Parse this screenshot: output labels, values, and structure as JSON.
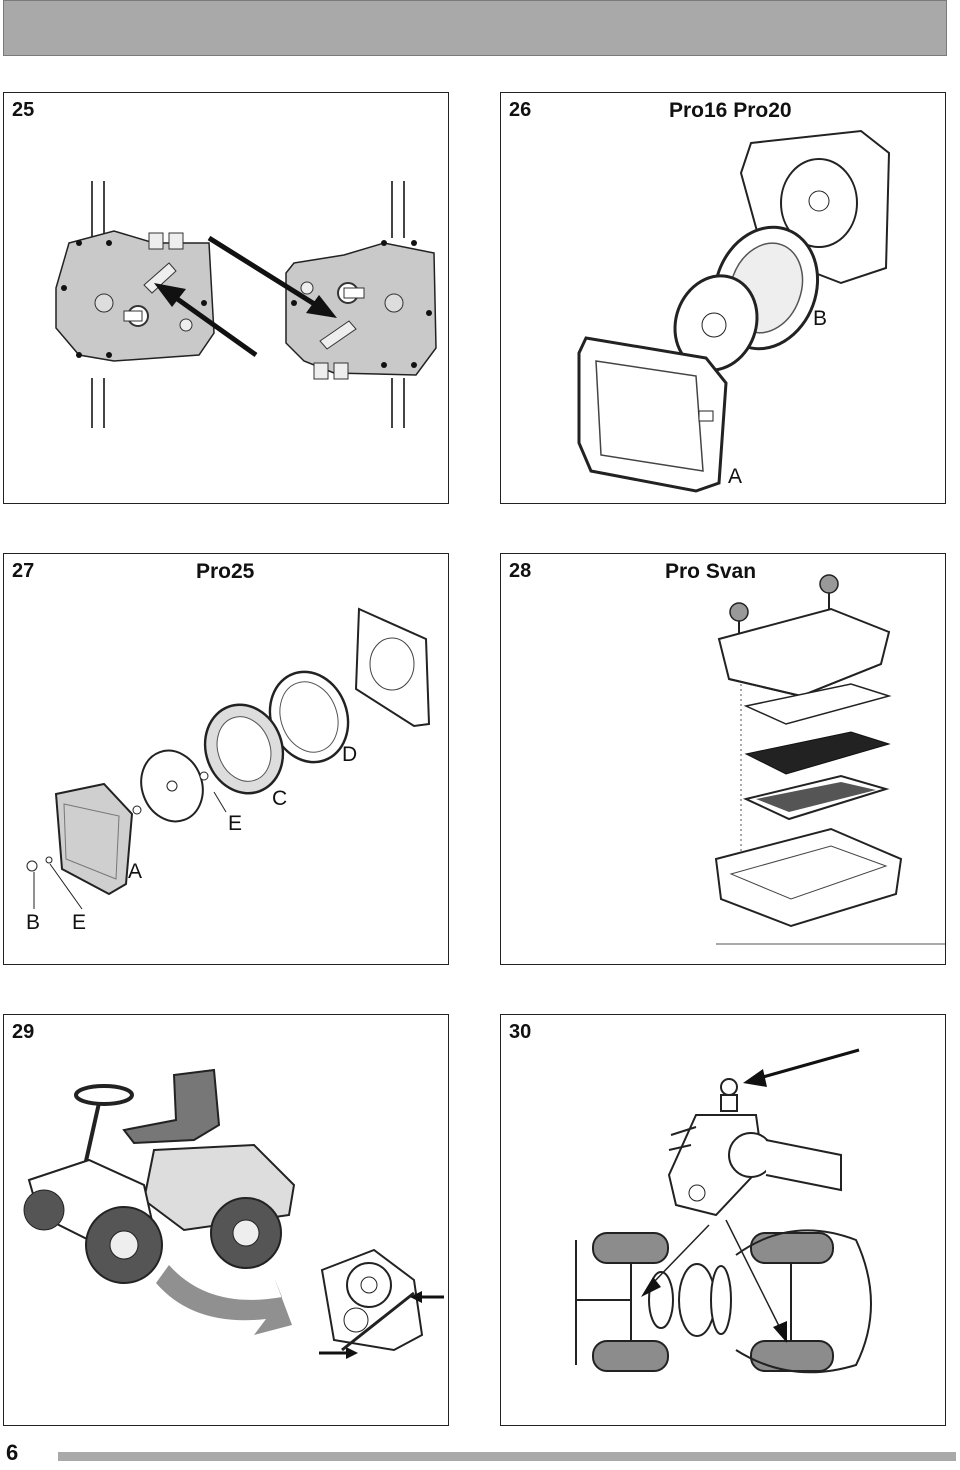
{
  "page": {
    "number": "6"
  },
  "panels": [
    {
      "number": "25",
      "title": "",
      "labels": []
    },
    {
      "number": "26",
      "title": "Pro16 Pro20",
      "labels": [
        "B",
        "A"
      ]
    },
    {
      "number": "27",
      "title": "Pro25",
      "labels": [
        "D",
        "C",
        "E",
        "A",
        "B",
        "E"
      ]
    },
    {
      "number": "28",
      "title": "Pro Svan",
      "labels": []
    },
    {
      "number": "29",
      "title": "",
      "labels": []
    },
    {
      "number": "30",
      "title": "",
      "labels": []
    }
  ],
  "colors": {
    "bar": "#a9a9a9",
    "tire": "#8c8c8c",
    "housing": "#c9c9c9",
    "arrow": "#909090"
  }
}
